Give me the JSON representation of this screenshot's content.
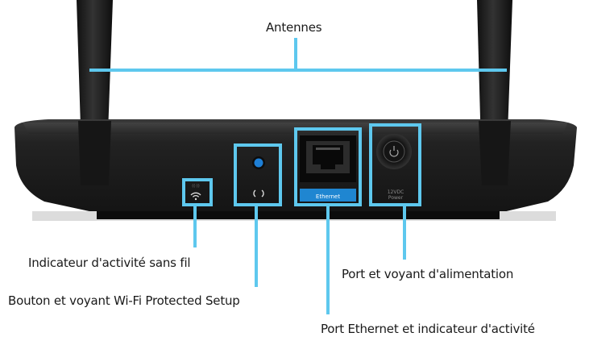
{
  "colors": {
    "callout": "#5ec8ee",
    "router_body": "#1c1c1c",
    "ethernet_label_bg": "#1f86d1",
    "wps_button": "#1e7fd6"
  },
  "labels": {
    "antennas": "Antennes",
    "wifi_activity": "Indicateur d'activité sans fil",
    "wps": "Bouton et voyant Wi-Fi Protected Setup",
    "power": "Port et voyant d'alimentation",
    "ethernet_port": "Port Ethernet et indicateur d'activité"
  },
  "device_markings": {
    "ethernet": "Ethernet",
    "power_rating": "12VDC",
    "power_word": "Power"
  },
  "icons": {
    "wifi": "wifi-icon",
    "wps": "wps-icon",
    "power": "power-icon"
  }
}
